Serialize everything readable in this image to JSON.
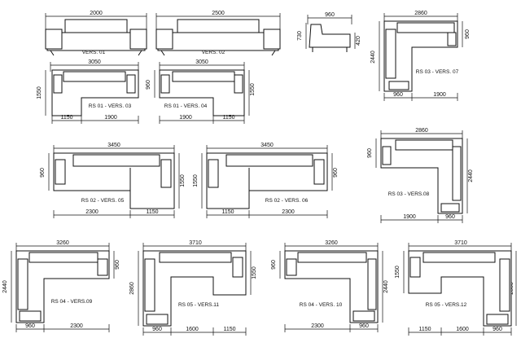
{
  "views": [
    {
      "id": "v01",
      "label": "VERS. 01",
      "dims": [
        "2000"
      ]
    },
    {
      "id": "v02",
      "label": "VERS. 02",
      "dims": [
        "2500"
      ]
    },
    {
      "id": "side",
      "label": "",
      "dims": [
        "960",
        "730",
        "420"
      ]
    },
    {
      "id": "v07",
      "label": "RS 03 - VERS. 07",
      "dims": [
        "2860",
        "2440",
        "960",
        "960",
        "1900"
      ]
    },
    {
      "id": "v03",
      "label": "RS 01 - VERS. 03",
      "dims": [
        "3050",
        "1550",
        "1150",
        "1900"
      ]
    },
    {
      "id": "v04",
      "label": "RS 01 - VERS. 04",
      "dims": [
        "3050",
        "960",
        "1550",
        "1900",
        "1150"
      ]
    },
    {
      "id": "v05",
      "label": "RS 02 - VERS. 05",
      "dims": [
        "3450",
        "960",
        "1550",
        "2300",
        "1150"
      ]
    },
    {
      "id": "v06",
      "label": "RS 02 - VERS. 06",
      "dims": [
        "3450",
        "1550",
        "960",
        "1150",
        "2300"
      ]
    },
    {
      "id": "v08",
      "label": "RS 03 - VERS.08",
      "dims": [
        "2860",
        "960",
        "2440",
        "1900",
        "960"
      ]
    },
    {
      "id": "v09",
      "label": "RS 04 - VERS.09",
      "dims": [
        "3260",
        "2440",
        "960",
        "960",
        "2300"
      ]
    },
    {
      "id": "v11",
      "label": "RS 05 - VERS.11",
      "dims": [
        "3710",
        "2860",
        "1550",
        "960",
        "1600",
        "1150"
      ]
    },
    {
      "id": "v10",
      "label": "RS 04 - VERS. 10",
      "dims": [
        "3260",
        "960",
        "2440",
        "2300",
        "960"
      ]
    },
    {
      "id": "v12",
      "label": "RS 05 - VERS.12",
      "dims": [
        "3710",
        "1550",
        "2860",
        "1150",
        "1600",
        "960"
      ]
    }
  ]
}
